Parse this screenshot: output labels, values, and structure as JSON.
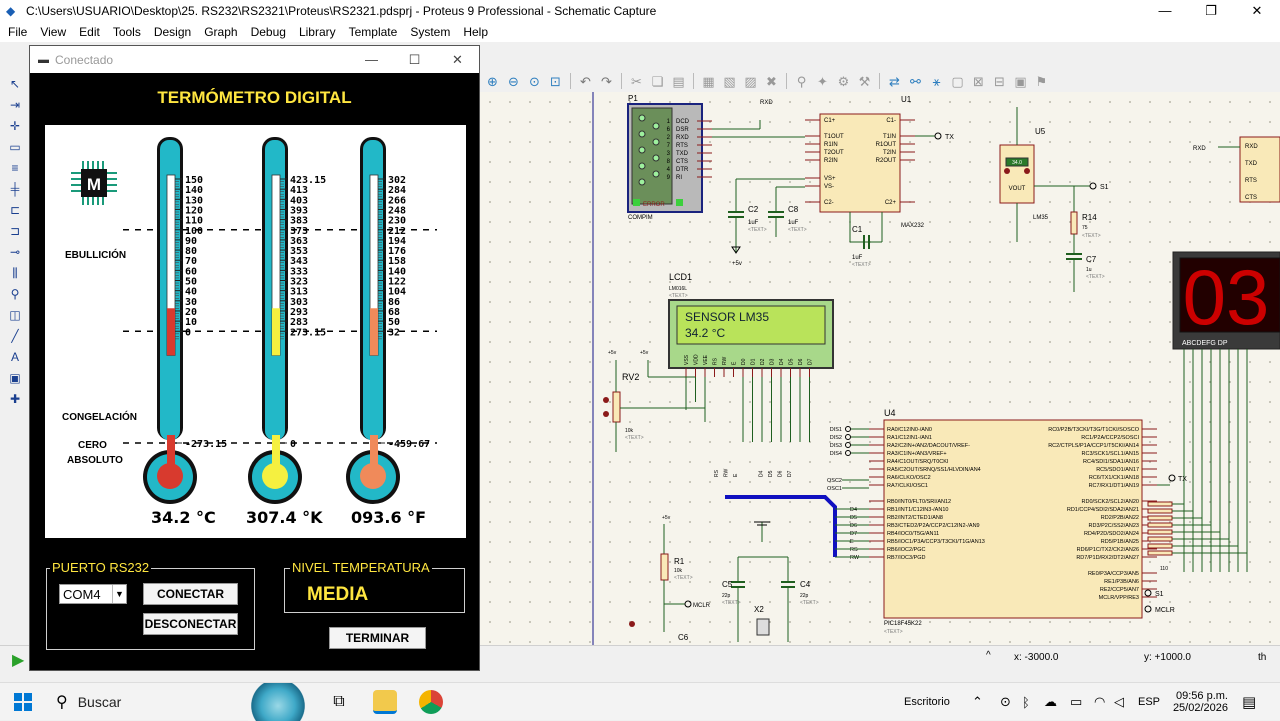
{
  "window": {
    "title": "C:\\Users\\USUARIO\\Desktop\\25. RS232\\RS2321\\Proteus\\RS2321.pdsprj - Proteus 9 Professional - Schematic Capture",
    "minimize": "—",
    "maximize": "❐",
    "close": "✕"
  },
  "menu": [
    "File",
    "View",
    "Edit",
    "Tools",
    "Design",
    "Graph",
    "Debug",
    "Library",
    "Template",
    "System",
    "Help"
  ],
  "dialog": {
    "title": "Conectado",
    "heading": "TERMÓMETRO DIGITAL",
    "celsius_scale": [
      "150",
      "140",
      "130",
      "120",
      "110",
      "100",
      "90",
      "80",
      "70",
      "60",
      "50",
      "40",
      "30",
      "20",
      "10",
      "0",
      "-273.15"
    ],
    "kelvin_scale": [
      "423.15",
      "413",
      "403",
      "393",
      "383",
      "373",
      "363",
      "353",
      "343",
      "333",
      "323",
      "313",
      "303",
      "293",
      "283",
      "273.15",
      "0"
    ],
    "fahrenheit_scale": [
      "302",
      "284",
      "266",
      "248",
      "230",
      "212",
      "194",
      "176",
      "158",
      "140",
      "122",
      "104",
      "86",
      "68",
      "50",
      "32",
      "-459.67"
    ],
    "label_boiling": "EBULLICIÓN",
    "label_freezing": "CONGELACIÓN",
    "label_abs1": "CERO",
    "label_abs2": "ABSOLUTO",
    "logo_letter": "M",
    "reading_c": "34.2 °C",
    "reading_k": "307.4 °K",
    "reading_f": "093.6 °F",
    "level_c": 0.204,
    "level_k": 0.204,
    "level_f": 0.204,
    "port_group": "PUERTO RS232",
    "port_value": "COM4",
    "connect": "CONECTAR",
    "disconnect": "DESCONECTAR",
    "level_group": "NIVEL TEMPERATURA",
    "level_value": "MEDIA",
    "terminate": "TERMINAR",
    "colors": {
      "celsius": "#d83a2e",
      "kelvin": "#f5f040",
      "fahrenheit": "#f08a5a",
      "tube": "#22b8c8"
    }
  },
  "schematic": {
    "p1": "P1",
    "p1_pins": [
      "DCD",
      "DSR",
      "RXD",
      "RTS",
      "TXD",
      "CTS",
      "DTR",
      "RI"
    ],
    "p1_nums": [
      "1",
      "6",
      "2",
      "7",
      "3",
      "8",
      "4",
      "9"
    ],
    "error": "ERROR",
    "compim": "COMPIM",
    "u1": "U1",
    "max232": "MAX232",
    "u1_left": [
      "C1+",
      "T1OUT",
      "R1IN",
      "T2OUT",
      "R2IN",
      "VS+",
      "VS-",
      "C2-"
    ],
    "u1_right": [
      "C1-",
      "T1IN",
      "R1OUT",
      "T2IN",
      "R2OUT",
      "C2+"
    ],
    "tx": "TX",
    "rxd": "RXD",
    "c2": "C2",
    "c8": "C8",
    "c1": "C1",
    "cap1u": "1uF",
    "text": "<TEXT>",
    "plus5v": "+5v",
    "u5": "U5",
    "vout": "VOUT",
    "lm35": "LM35",
    "s1": "S1",
    "lm35_val": "34.0",
    "r14": "R14",
    "r14_val": "75",
    "c7": "C7",
    "c7_val": "1u",
    "lcd1": "LCD1",
    "lm016l": "LM016L",
    "lcd_line1": "SENSOR LM35",
    "lcd_line2": "34.2 °C",
    "lcd_pins": [
      "VSS",
      "VDD",
      "VEE",
      "RS",
      "RW",
      "E",
      "D0",
      "D1",
      "D2",
      "D3",
      "D4",
      "D5",
      "D6",
      "D7"
    ],
    "rv2": "RV2",
    "rv2_val": "10k",
    "seg_label": "ABCDEFG DP",
    "seg_digits": "03",
    "u4": "U4",
    "pic": "PIC18F45K22",
    "u4_left": [
      "RA0/C12IN0-/AN0",
      "RA1/C12IN1-/AN1",
      "RA2/C2IN+/AN2/DACOUT/VREF-",
      "RA3/C1IN+/AN3/VREF+",
      "RA4/C1OUT/SRQ/T0CKI",
      "RA5/C2OUT/SRNQ/SS1/HLVDIN/AN4",
      "RA6/CLKO/OSC2",
      "RA7/CLKI/OSC1",
      "",
      "RB0/INT0/FLT0/SRI/AN12",
      "RB1/INT1/C12IN3-/AN10",
      "RB2/INT2/CTED1/AN8",
      "RB3/CTED2/P2A/CCP2/C12IN2-/AN9",
      "RB4/IOC0/T5G/AN11",
      "RB5/IOC1/P3A/CCP3/T3CKI/T1G/AN13",
      "RB6/IOC2/PGC",
      "RB7/IOC3/PGD"
    ],
    "u4_right": [
      "RC0/P2B/T3CKI/T3G/T1CKI/SOSCO",
      "RC1/P2A/CCP2/SOSCI",
      "RC2/CTPLS/P1A/CCP1/T5CKI/AN14",
      "RC3/SCK1/SCL1/AN15",
      "RC4/SDI1/SDA1/AN16",
      "RC5/SDO1/AN17",
      "RC6/TX1/CK1/AN18",
      "RC7/RX1/DT1/AN19",
      "",
      "RD0/SCK2/SCL2/AN20",
      "RD1/CCP4/SDI2/SDA2/AN21",
      "RD2/P2B/AN22",
      "RD3/P2C/SS2/AN23",
      "RD4/P2D/SDO2/AN24",
      "RD5/P1B/AN25",
      "RD6/P1C/TX2/CK2/AN26",
      "RD7/P1D/RX2/DT2/AN27",
      "",
      "RE0/P3A/CCP3/AN5",
      "RE1/P3B/AN6",
      "RE2/CCP5/AN7",
      "MCLR/VPP/RE3"
    ],
    "dis": [
      "DIS1",
      "DIS2",
      "DIS3",
      "DIS4"
    ],
    "osc2": "OSC2",
    "osc1": "OSC1",
    "r1": "R1",
    "r1_val": "10k",
    "mclr": "MCLR",
    "c5": "C5",
    "c4": "C4",
    "c22p": "22p",
    "x2": "X2",
    "c6": "C6",
    "rp": "110",
    "right_pins": [
      "RXD",
      "TXD",
      "RTS",
      "CTS"
    ]
  },
  "status": {
    "x": "x: -3000.0",
    "y": "y: +1000.0",
    "th": "th",
    "caret": "^"
  },
  "taskbar": {
    "search": "Buscar",
    "desktop": "Escritorio",
    "lang": "ESP",
    "time": "09:56 p.m.",
    "date": "25/02/2026"
  }
}
